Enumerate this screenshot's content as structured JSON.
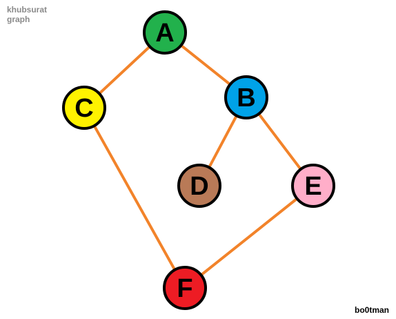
{
  "title": "khubsurat graph",
  "signature": "bo0tman",
  "colors": {
    "edge": "#f2832a",
    "node_outline": "#000000"
  },
  "nodes": [
    {
      "id": "A",
      "label": "A",
      "color": "#22b14c"
    },
    {
      "id": "B",
      "label": "B",
      "color": "#00a2e8"
    },
    {
      "id": "C",
      "label": "C",
      "color": "#fff200"
    },
    {
      "id": "D",
      "label": "D",
      "color": "#b97a57"
    },
    {
      "id": "E",
      "label": "E",
      "color": "#ffaec9"
    },
    {
      "id": "F",
      "label": "F",
      "color": "#ed1c24"
    }
  ],
  "edges": [
    {
      "from": "A",
      "to": "C"
    },
    {
      "from": "A",
      "to": "B"
    },
    {
      "from": "B",
      "to": "D"
    },
    {
      "from": "B",
      "to": "E"
    },
    {
      "from": "C",
      "to": "F"
    },
    {
      "from": "E",
      "to": "F"
    }
  ]
}
